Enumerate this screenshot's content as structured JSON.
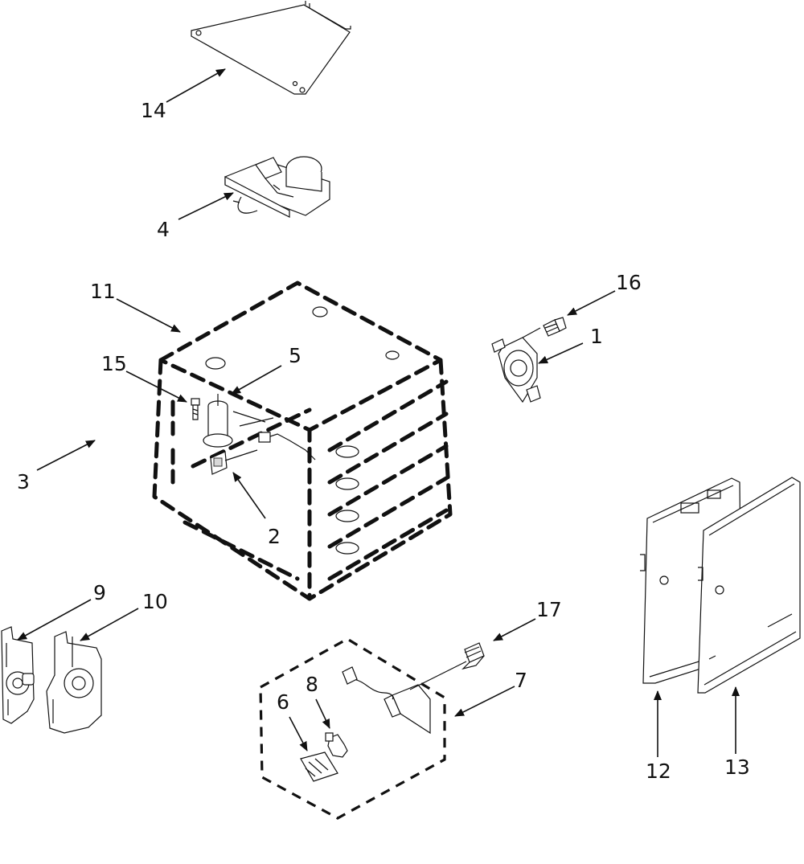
{
  "callouts": [
    {
      "id": "1",
      "text": "1"
    },
    {
      "id": "2",
      "text": "2"
    },
    {
      "id": "3",
      "text": "3"
    },
    {
      "id": "4",
      "text": "4"
    },
    {
      "id": "5",
      "text": "5"
    },
    {
      "id": "6",
      "text": "6"
    },
    {
      "id": "7",
      "text": "7"
    },
    {
      "id": "8",
      "text": "8"
    },
    {
      "id": "9",
      "text": "9"
    },
    {
      "id": "10",
      "text": "10"
    },
    {
      "id": "11",
      "text": "11"
    },
    {
      "id": "12",
      "text": "12"
    },
    {
      "id": "13",
      "text": "13"
    },
    {
      "id": "14",
      "text": "14"
    },
    {
      "id": "15",
      "text": "15"
    },
    {
      "id": "16",
      "text": "16"
    },
    {
      "id": "17",
      "text": "17"
    }
  ],
  "parts": [
    {
      "callout": "1",
      "icon": "thermal-fuse-icon"
    },
    {
      "callout": "2",
      "icon": "sensor-bracket-icon"
    },
    {
      "callout": "3",
      "icon": "hidden-part-icon"
    },
    {
      "callout": "4",
      "icon": "door-lock-motor-icon"
    },
    {
      "callout": "5",
      "icon": "oven-sensor-icon"
    },
    {
      "callout": "6",
      "icon": "lens-icon"
    },
    {
      "callout": "7",
      "icon": "light-assembly-icon"
    },
    {
      "callout": "8",
      "icon": "bulb-icon"
    },
    {
      "callout": "9",
      "icon": "hinge-icon"
    },
    {
      "callout": "10",
      "icon": "hinge-icon"
    },
    {
      "callout": "11",
      "icon": "oven-cavity-icon"
    },
    {
      "callout": "12",
      "icon": "side-panel-icon"
    },
    {
      "callout": "13",
      "icon": "side-panel-icon"
    },
    {
      "callout": "14",
      "icon": "bracket-plate-icon"
    },
    {
      "callout": "15",
      "icon": "screw-icon"
    },
    {
      "callout": "16",
      "icon": "screw-icon"
    },
    {
      "callout": "17",
      "icon": "screw-icon"
    }
  ]
}
